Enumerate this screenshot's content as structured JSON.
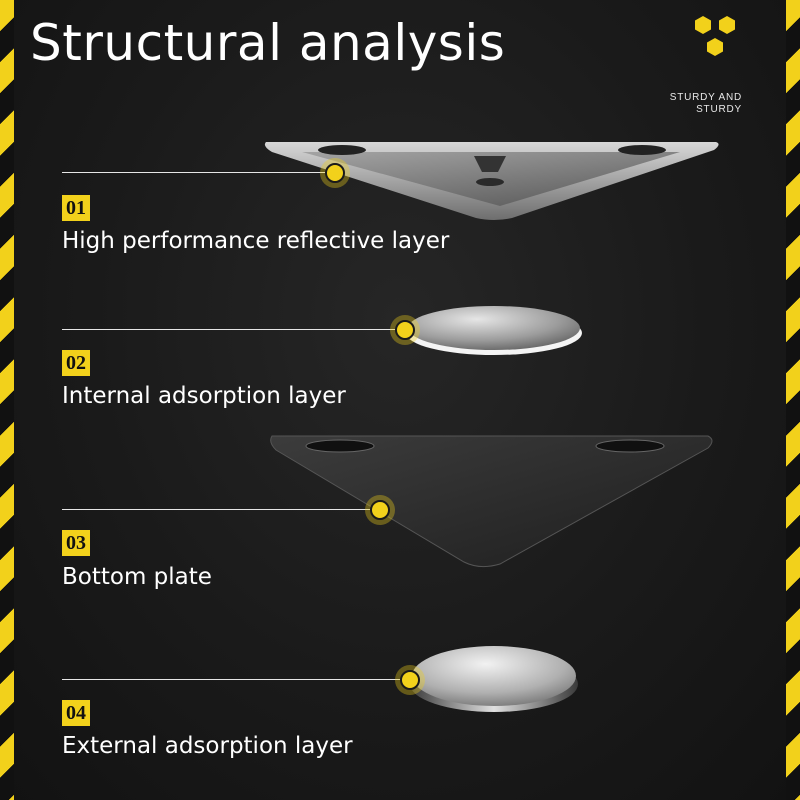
{
  "title": "Structural analysis",
  "tagline": {
    "line1": "STURDY AND",
    "line2": "STURDY"
  },
  "layers": [
    {
      "number": "01",
      "label": "High performance reflective layer"
    },
    {
      "number": "02",
      "label": "Internal adsorption layer"
    },
    {
      "number": "03",
      "label": "Bottom plate"
    },
    {
      "number": "04",
      "label": "External adsorption layer"
    }
  ],
  "colors": {
    "accent": "#f2d11b",
    "background": "#1a1a1a",
    "text": "#ffffff"
  },
  "icons": [
    "honeycomb-logo-icon"
  ]
}
